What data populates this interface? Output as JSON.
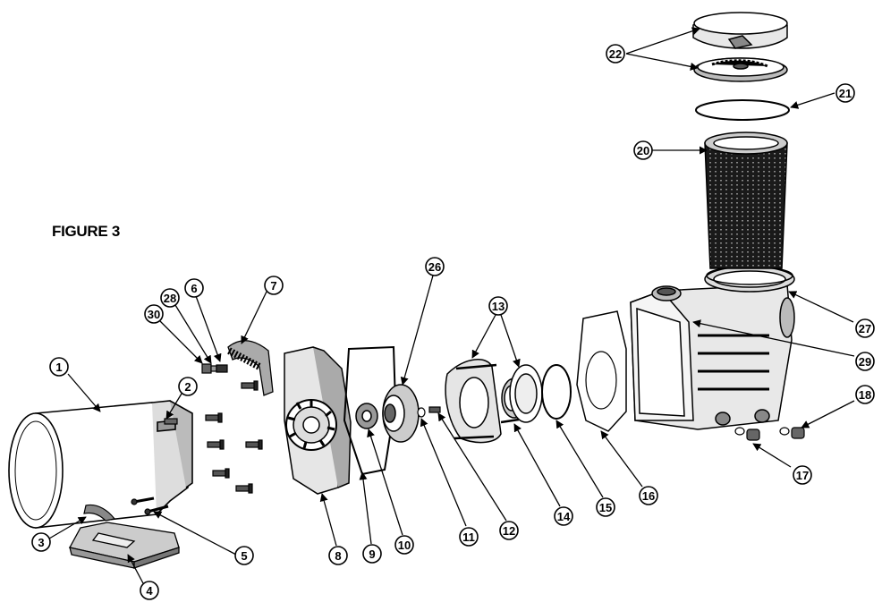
{
  "figure": {
    "title": "FIGURE 3"
  },
  "callouts": [
    {
      "id": "1",
      "label": "1"
    },
    {
      "id": "2",
      "label": "2"
    },
    {
      "id": "3",
      "label": "3"
    },
    {
      "id": "4",
      "label": "4"
    },
    {
      "id": "5",
      "label": "5"
    },
    {
      "id": "6",
      "label": "6"
    },
    {
      "id": "7",
      "label": "7"
    },
    {
      "id": "8",
      "label": "8"
    },
    {
      "id": "9",
      "label": "9"
    },
    {
      "id": "10",
      "label": "10"
    },
    {
      "id": "11",
      "label": "11"
    },
    {
      "id": "12",
      "label": "12"
    },
    {
      "id": "13",
      "label": "13"
    },
    {
      "id": "14",
      "label": "14"
    },
    {
      "id": "15",
      "label": "15"
    },
    {
      "id": "16",
      "label": "16"
    },
    {
      "id": "17",
      "label": "17"
    },
    {
      "id": "18",
      "label": "18"
    },
    {
      "id": "20",
      "label": "20"
    },
    {
      "id": "21",
      "label": "21"
    },
    {
      "id": "22",
      "label": "22"
    },
    {
      "id": "26",
      "label": "26"
    },
    {
      "id": "27",
      "label": "27"
    },
    {
      "id": "28",
      "label": "28"
    },
    {
      "id": "29",
      "label": "29"
    },
    {
      "id": "30",
      "label": "30"
    }
  ]
}
